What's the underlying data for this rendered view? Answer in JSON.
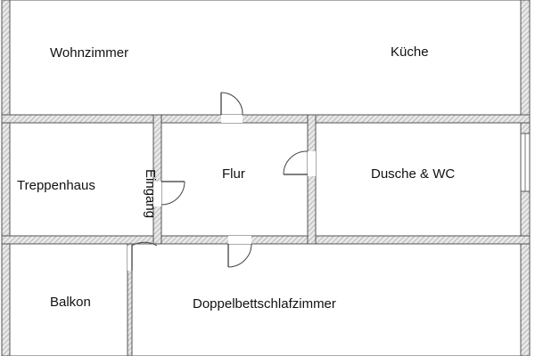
{
  "colors": {
    "wall_fill": "#e8e8e8",
    "wall_hatch": "#9a9a9a",
    "wall_outline": "#555555",
    "room_fill": "#ffffff",
    "text": "#111111"
  },
  "rooms": {
    "wohnzimmer": "Wohnzimmer",
    "kueche": "Küche",
    "treppenhaus": "Treppenhaus",
    "eingang": "Eingang",
    "flur": "Flur",
    "dusche_wc": "Dusche & WC",
    "balkon": "Balkon",
    "doppelbettschlafzimmer": "Doppelbettschlafzimmer"
  },
  "doors": [
    {
      "name": "door-wohnzimmer-flur"
    },
    {
      "name": "door-eingang"
    },
    {
      "name": "door-dusche-wc"
    },
    {
      "name": "door-schlafzimmer"
    },
    {
      "name": "door-balkon"
    }
  ],
  "windows": [
    {
      "name": "window-dusche-wc"
    }
  ]
}
